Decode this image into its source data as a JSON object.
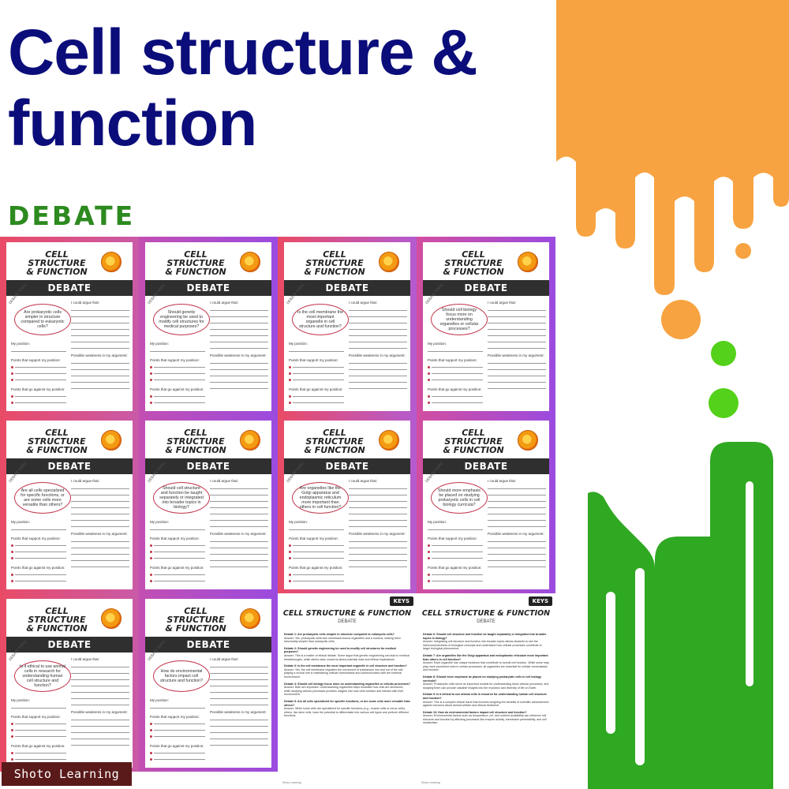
{
  "header": {
    "title_line1": "Cell structure &",
    "title_line2": "function",
    "subtitle": "DEBATE"
  },
  "colors": {
    "title": "#0b0d7a",
    "subtitle": "#2d8a1f",
    "drip_orange": "#f7a341",
    "drip_green": "#2fa822",
    "green_dot": "#54d11a",
    "frame_pink": "#e94b66",
    "frame_purple": "#9b4be0",
    "bubble_border": "#c0344a"
  },
  "worksheet": {
    "title_line1": "CELL STRUCTURE",
    "title_line2": "& FUNCTION",
    "banner": "DEBATE",
    "topic_label": "DEBATE TOPIC",
    "argue_label": "I could argue that:",
    "position_label": "My position:",
    "support_label": "Points that support my position:",
    "against_label": "Points that go against my position:",
    "weakness_label": "Possible weakness in my argument:",
    "icon": "cell-icon"
  },
  "sheets": [
    {
      "topic": "Are prokaryotic cells simpler in structure compared to eukaryotic cells?"
    },
    {
      "topic": "Should genetic engineering be used to modify cell structures for medical purposes?"
    },
    {
      "topic": "Is the cell membrane the most important organelle in cell structure and function?"
    },
    {
      "topic": "Should cell biology focus more on understanding organelles or cellular processes?"
    },
    {
      "topic": "Are all cells specialized for specific functions, or are some cells more versatile than others?"
    },
    {
      "topic": "Should cell structure and function be taught separately or integrated into broader topics in biology?"
    },
    {
      "topic": "Are organelles like the Golgi apparatus and endoplasmic reticulum more important than others in cell function?"
    },
    {
      "topic": "Should more emphasis be placed on studying prokaryotic cells in cell biology curricula?"
    },
    {
      "topic": "Is it ethical to use animal cells in research for understanding human cell structure and function?"
    },
    {
      "topic": "How do environmental factors impact cell structure and function?"
    }
  ],
  "keys": {
    "badge": "KEYS",
    "title": "CELL STRUCTURE & FUNCTION",
    "subtitle": "DEBATE",
    "footer": "Shoto Learning",
    "page1": [
      {
        "q": "Debate 1: Are prokaryotic cells simpler in structure compared to eukaryotic cells?",
        "a": "Answer: Yes, prokaryotic cells lack membrane-bound organelles and a nucleus, making them structurally simpler than eukaryotic cells."
      },
      {
        "q": "Debate 2: Should genetic engineering be used to modify cell structures for medical purposes?",
        "a": "Answer: This is a matter of ethical debate. Some argue that genetic engineering can lead to medical breakthroughs, while others raise concerns about potential risks and ethical implications."
      },
      {
        "q": "Debate 3: Is the cell membrane the most important organelle in cell structure and function?",
        "a": "Answer: Yes, the cell membrane regulates the movement of substances into and out of the cell, playing a crucial role in maintaining cellular homeostasis and communication with the external environment."
      },
      {
        "q": "Debate 4: Should cell biology focus more on understanding organelles or cellular processes?",
        "a": "Answer: Both are important. Understanding organelles helps elucidate how cells are structured, while studying cellular processes provides insights into how cells function and interact with their environment."
      },
      {
        "q": "Debate 5: Are all cells specialized for specific functions, or are some cells more versatile than others?",
        "a": "Answer: While some cells are specialized for specific functions (e.g., muscle cells or nerve cells), others, like stem cells, have the potential to differentiate into various cell types and perform different functions."
      }
    ],
    "page2": [
      {
        "q": "Debate 6: Should cell structure and function be taught separately or integrated into broader topics in biology?",
        "a": "Answer: Integrating cell structure and function into broader topics allows students to see the interconnectedness of biological concepts and understand how cellular processes contribute to larger biological phenomena."
      },
      {
        "q": "Debate 7: Are organelles like the Golgi apparatus and endoplasmic reticulum more important than others in cell function?",
        "a": "Answer: Each organelle has unique functions that contribute to overall cell function. While some may play more prominent roles in certain processes, all organelles are essential for cellular homeostasis and function."
      },
      {
        "q": "Debate 8: Should more emphasis be placed on studying prokaryotic cells in cell biology curricula?",
        "a": "Answer: Prokaryotic cells serve as important models for understanding basic cellular processes, and studying them can provide valuable insights into the evolution and diversity of life on Earth."
      },
      {
        "q": "Debate 9: Is it ethical to use animal cells in research for understanding human cell structure and function?",
        "a": "Answer: This is a complex ethical issue that involves weighing the benefits of scientific advancement against concerns about animal welfare and ethical treatment."
      },
      {
        "q": "Debate 10: How do environmental factors impact cell structure and function?",
        "a": "Answer: Environmental factors such as temperature, pH, and nutrient availability can influence cell structure and function by affecting processes like enzyme activity, membrane permeability, and cell metabolism."
      }
    ]
  },
  "brand": {
    "label": "Shoto Learning"
  }
}
